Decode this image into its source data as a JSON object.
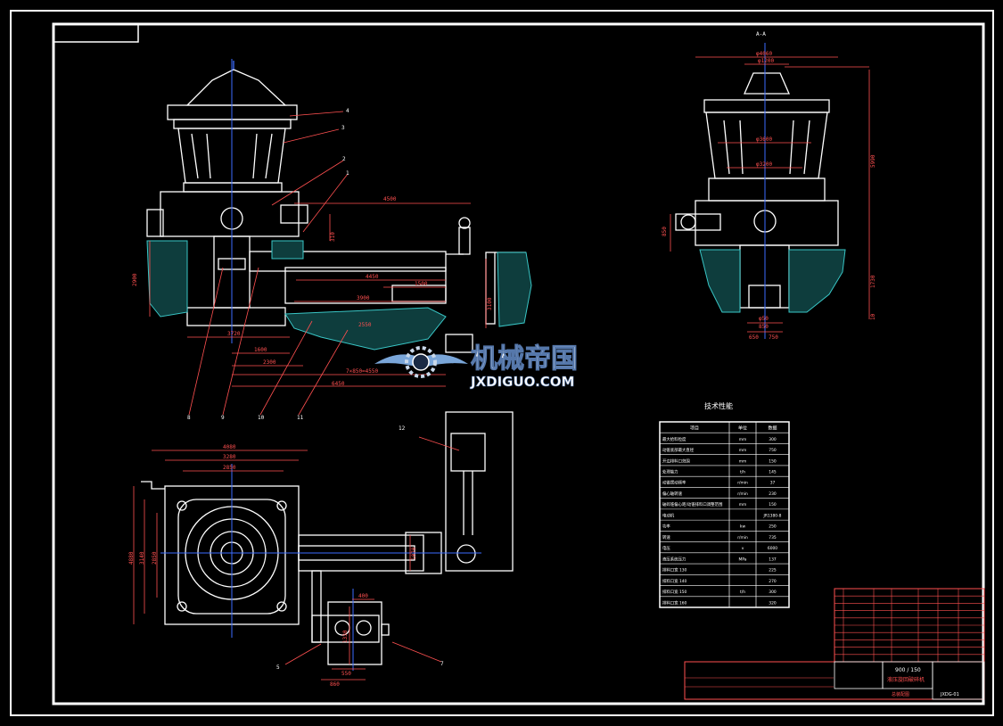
{
  "colors": {
    "background": "#000000",
    "outline": "#ffffff",
    "dimension": "#ff5050",
    "centerline": "#3b6cff",
    "foundation": "#39c6c6",
    "leader": "#e04040",
    "watermark_text": "#ffffff",
    "watermark_accent": "#9fc3ff"
  },
  "front_view": {
    "part_numbers": [
      "1",
      "2",
      "3",
      "4",
      "8",
      "9",
      "10",
      "11"
    ],
    "dimensions": [
      "4500",
      "4450",
      "1500",
      "3900",
      "2900",
      "3720",
      "1600",
      "2300",
      "2550",
      "7×850=4550",
      "6450",
      "3100"
    ],
    "small_dim": "310"
  },
  "side_view": {
    "section_label": "A-A",
    "dimensions": [
      "φ4060",
      "φ1200",
      "φ3600",
      "φ3200",
      "5990",
      "850",
      "1730",
      "10",
      "650",
      "750",
      "850"
    ],
    "small_dim": "φ50"
  },
  "plan_view": {
    "dimensions": [
      "4080",
      "3280",
      "2850",
      "4880",
      "3140",
      "2850",
      "400",
      "1330",
      "550",
      "860"
    ],
    "part_numbers": [
      "5",
      "7",
      "12"
    ],
    "side_dim": "1070"
  },
  "tech_table": {
    "title": "技术性能",
    "headers": [
      "项目",
      "单位",
      "数据"
    ],
    "rows": [
      [
        "最大给料粒度",
        "mm",
        "300"
      ],
      [
        "动锥底部最大直径",
        "mm",
        "750"
      ],
      [
        "开边排料口范围",
        "mm",
        "150"
      ],
      [
        "处理能力",
        "t/h",
        "145"
      ],
      [
        "动锥摆动频率",
        "r/min",
        "37"
      ],
      [
        "偏心轴转速",
        "r/min",
        "230"
      ],
      [
        "破碎锥偏心距/动锥排料口调整范围",
        "mm",
        "150"
      ],
      [
        "电动机",
        "",
        "JR1380-8"
      ],
      [
        "功率",
        "kw",
        "250"
      ],
      [
        "转速",
        "r/min",
        "735"
      ],
      [
        "电压",
        "v",
        "6000"
      ],
      [
        "液压系统压力",
        "MPa",
        "137"
      ],
      [
        "排料口宽 130",
        "",
        "225"
      ],
      [
        "排料口宽 140",
        "",
        "270"
      ],
      [
        "排料口宽 150",
        "t/h",
        "300"
      ],
      [
        "排料口宽 160",
        "",
        "320"
      ]
    ]
  },
  "title_block": {
    "title_line1": "900 / 150",
    "title_line2": "液压旋回破碎机",
    "drawing_type": "总装配图",
    "drawing_no": "JXDG-01"
  },
  "watermark": {
    "brand": "机械帝国",
    "url": "JXDIGUO.COM"
  }
}
